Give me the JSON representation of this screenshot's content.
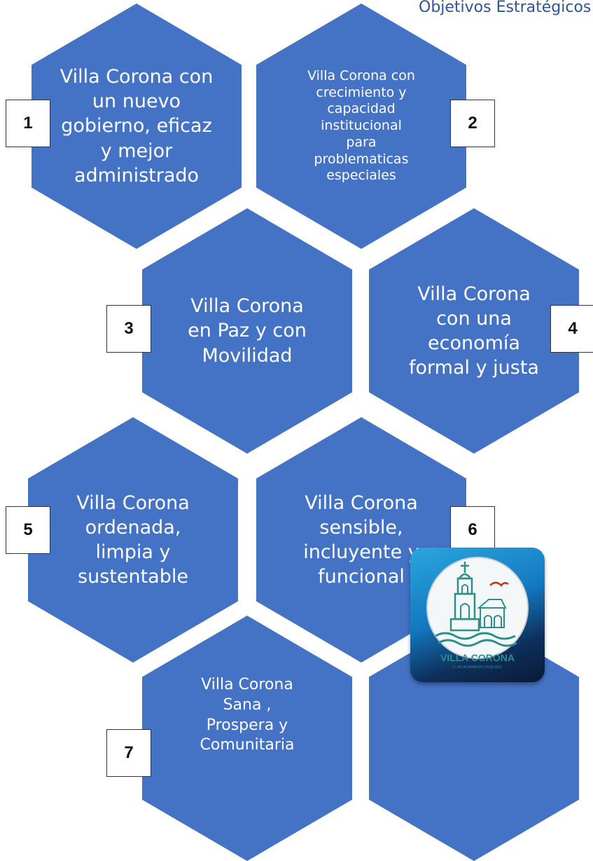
{
  "page_title": "Objetivos Estratégicos",
  "objectives": [
    {
      "number": "1",
      "text": "Villa Corona con un nuevo gobierno, eficaz y mejor administrado"
    },
    {
      "number": "2",
      "text": "Villa Corona con crecimiento y capacidad institucional para problematicas especiales"
    },
    {
      "number": "3",
      "text": "Villa Corona en Paz y con Movilidad"
    },
    {
      "number": "4",
      "text": "Villa Corona con una economía formal  y justa"
    },
    {
      "number": "5",
      "text": "Villa Corona ordenada, limpia y sustentable"
    },
    {
      "number": "6",
      "text": "Villa Corona sensible, incluyente y funcional"
    },
    {
      "number": "7",
      "text": "Villa Corona Sana , Prospera y Comunitaria"
    }
  ],
  "logo": {
    "text": "VILLA CORONA",
    "subtext": "H. AYUNTAMIENTO 2018-2021"
  },
  "colors": {
    "hexagon": "#4472c4",
    "title": "#2f5496"
  }
}
